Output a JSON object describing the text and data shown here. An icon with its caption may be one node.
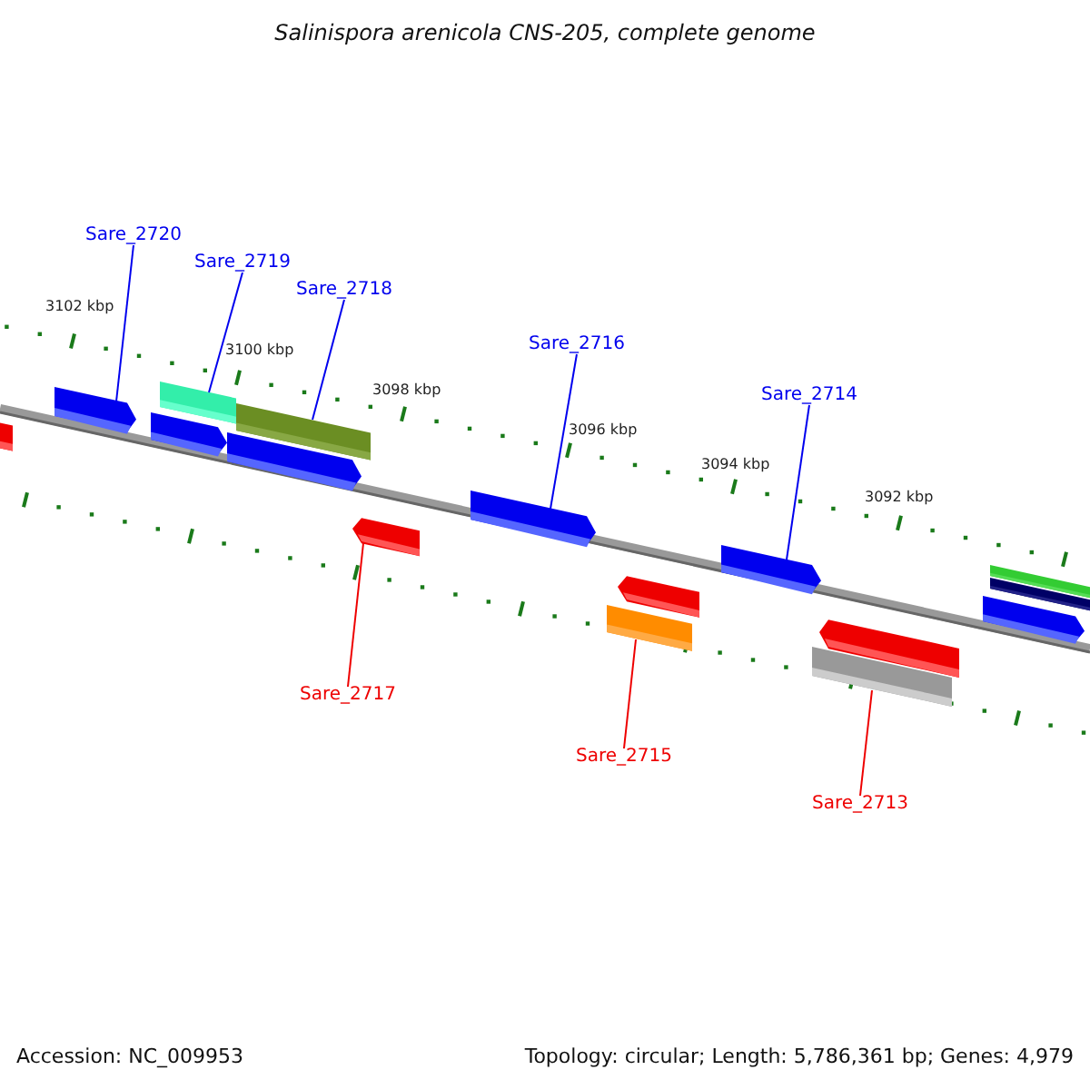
{
  "diagram": {
    "title": "Salinispora arenicola CNS-205, complete genome",
    "nodes": [
      {
        "text": [
          "Sare_2720"
        ]
      },
      {
        "text": [
          "Sare_2719"
        ]
      },
      {
        "text": [
          "Sare_2718"
        ]
      },
      {
        "text": [
          "Sare_2716"
        ]
      },
      {
        "text": [
          "Sare_2714"
        ]
      },
      {
        "text": [
          "Sare_2717"
        ]
      },
      {
        "text": [
          "Sare_2715"
        ]
      },
      {
        "text": [
          "Sare_2713"
        ]
      },
      {
        "text": [],
        "shape": "bar"
      },
      {
        "text": [],
        "shape": "bar"
      },
      {
        "text": [],
        "shape": "bar"
      },
      {
        "text": [],
        "shape": "bar"
      },
      {
        "text": [],
        "shape": "bar"
      },
      {
        "text": [],
        "shape": "bar"
      },
      {
        "text": [],
        "shape": "bar"
      },
      {
        "text": [],
        "shape": "bar"
      },
      {
        "text": [],
        "shape": "bar"
      },
      {
        "text": [],
        "shape": "bar"
      },
      {
        "text": [],
        "shape": "bar"
      },
      {
        "text": [],
        "shape": "bar"
      },
      {
        "text": [],
        "shape": "bar"
      },
      {
        "text": [],
        "shape": "bar"
      },
      {
        "text": [],
        "shape": "bar"
      },
      {
        "text": [],
        "shape": "bar"
      }
    ],
    "edges": [
      {
        "from": 0,
        "to": 9,
        "arrow": "none"
      },
      {
        "from": 1,
        "to": 11,
        "arrow": "none"
      },
      {
        "from": 2,
        "to": 13,
        "arrow": "none"
      },
      {
        "from": 3,
        "to": 15,
        "arrow": "none"
      },
      {
        "from": 4,
        "to": 18,
        "arrow": "none"
      },
      {
        "from": 5,
        "to": 14,
        "arrow": "none",
        "color": "#ee0000"
      },
      {
        "from": 6,
        "to": 16,
        "arrow": "none",
        "color": "#ee0000"
      },
      {
        "from": 7,
        "to": 19,
        "arrow": "none",
        "color": "#ee0000"
      }
    ],
    "labels": [
      "3102 kbp",
      "3100 kbp",
      "3098 kbp",
      "3096 kbp",
      "3094 kbp",
      "3092 kbp",
      "Accession: NC_009953",
      "Topology: circular; Length: 5,786,361 bp; Genes: 4,979"
    ]
  }
}
